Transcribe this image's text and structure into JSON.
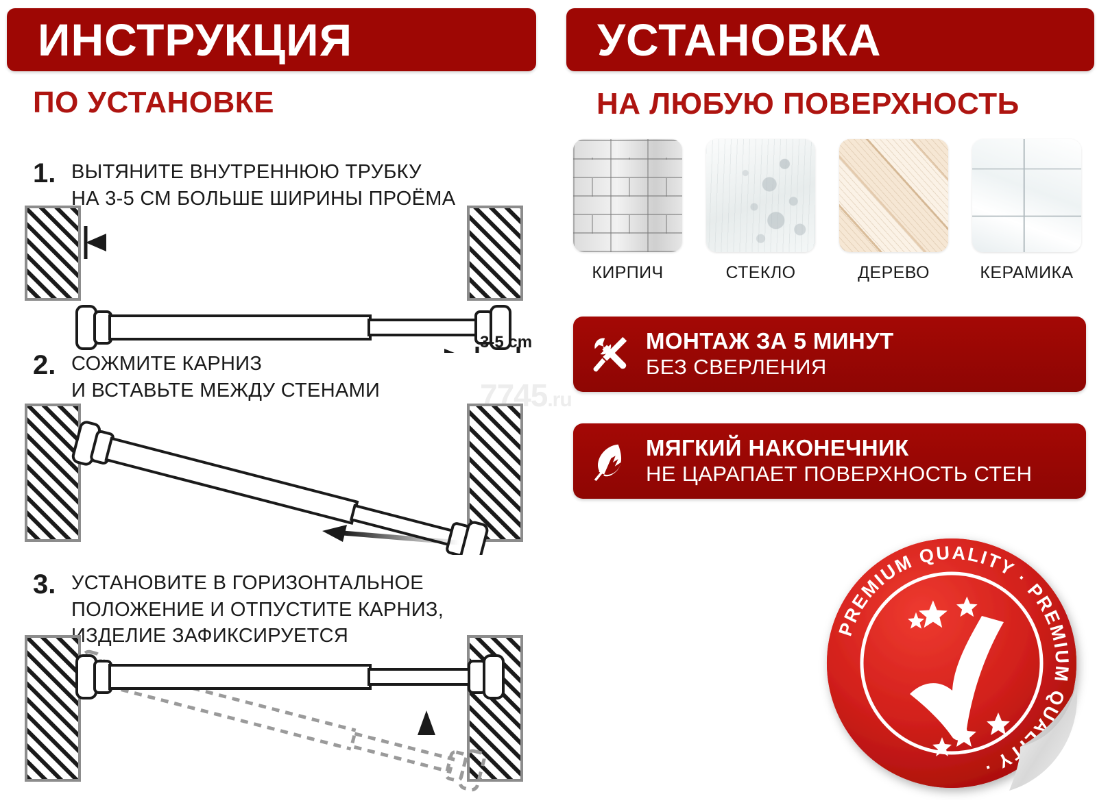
{
  "left": {
    "banner_title": "ИНСТРУКЦИЯ",
    "subhead": "ПО УСТАНОВКЕ",
    "steps": [
      {
        "number": "1.",
        "text": "ВЫТЯНИТЕ ВНУТРЕННЮЮ ТРУБКУ\nНА 3-5 СМ БОЛЬШЕ ШИРИНЫ ПРОЁМА",
        "measure_label": "3-5 cm"
      },
      {
        "number": "2.",
        "text": "СОЖМИТЕ КАРНИЗ\nИ ВСТАВЬТЕ МЕЖДУ СТЕНАМИ"
      },
      {
        "number": "3.",
        "text": "УСТАНОВИТЕ В ГОРИЗОНТАЛЬНОЕ\nПОЛОЖЕНИЕ И ОТПУСТИТЕ КАРНИЗ,\nИЗДЕЛИЕ ЗАФИКСИРУЕТСЯ"
      }
    ]
  },
  "right": {
    "banner_title": "УСТАНОВКА",
    "subhead": "НА ЛЮБУЮ ПОВЕРХНОСТЬ",
    "surfaces": [
      {
        "label": "КИРПИЧ",
        "icon": "brick-texture"
      },
      {
        "label": "СТЕКЛО",
        "icon": "glass-texture"
      },
      {
        "label": "ДЕРЕВО",
        "icon": "wood-texture"
      },
      {
        "label": "КЕРАМИКА",
        "icon": "ceramic-tile-texture"
      }
    ],
    "features": [
      {
        "icon": "wrench-screwdriver-icon",
        "title": "МОНТАЖ ЗА 5 МИНУТ",
        "subtitle": "БЕЗ СВЕРЛЕНИЯ"
      },
      {
        "icon": "feather-icon",
        "title": "МЯГКИЙ НАКОНЕЧНИК",
        "subtitle": "НЕ ЦАРАПАЕТ ПОВЕРХНОСТЬ СТЕН"
      }
    ],
    "badge": {
      "ring_text": "PREMIUM QUALITY · PREMIUM QUALITY ·",
      "icon": "checkmark-icon"
    }
  },
  "watermark": {
    "text": "7745",
    "suffix": ".ru"
  },
  "colors": {
    "banner_red": "#9E0704",
    "subhead_red": "#AE1410",
    "feature_red": "#A40805",
    "badge_red": "#D61F1A",
    "ink": "#1a1a1a",
    "wall_border": "#8c8c8c",
    "ghost_gray": "#9a9a9a"
  }
}
